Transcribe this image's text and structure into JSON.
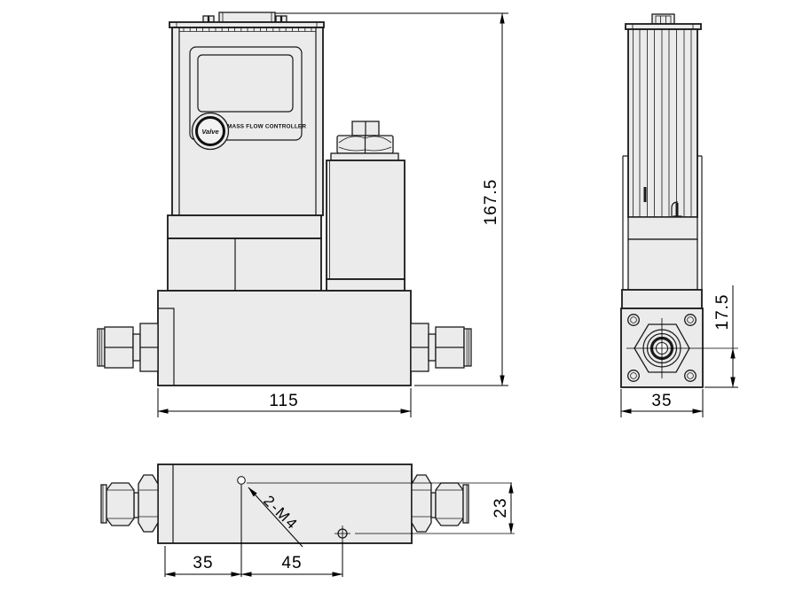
{
  "meta": {
    "drawing_type": "mass-flow-controller-outline-drawing",
    "background_color": "#ffffff",
    "face_fill_color": "#ebebeb",
    "line_color": "#1a1a1a",
    "dimension_color": "#000000"
  },
  "device": {
    "logo": "Valve",
    "label": "MASS FLOW CONTROLLER"
  },
  "dimensions": {
    "front_width": "115",
    "front_height": "167.5",
    "side_width": "35",
    "side_port_offset": "17.5",
    "bottom_hole_a": "35",
    "bottom_hole_b": "45",
    "bottom_hole_c": "23",
    "thread_callout": "2-M4"
  }
}
